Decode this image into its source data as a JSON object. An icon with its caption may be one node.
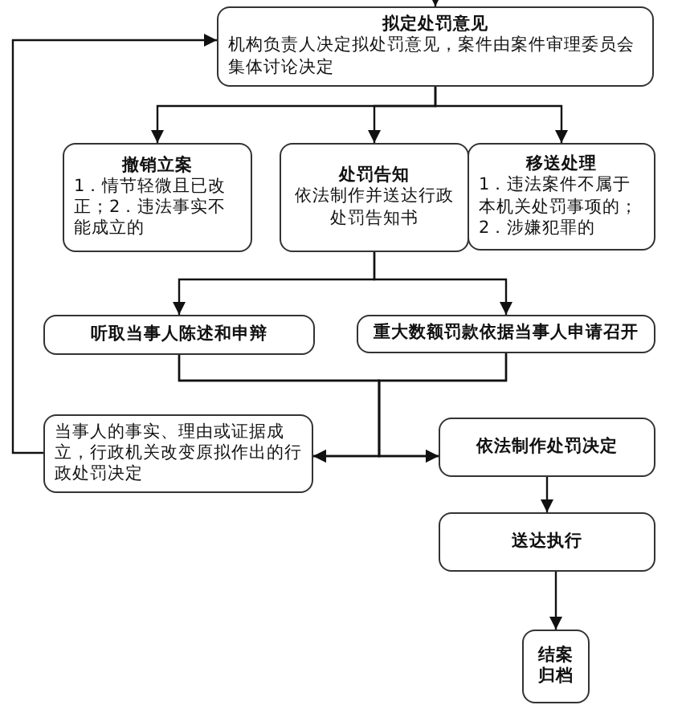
{
  "diagram": {
    "nodes": [
      {
        "text": [
          "拟定处罚意见",
          "机构负责人决定拟处罚意见，案件由案件审理委员会集体讨论决定"
        ]
      },
      {
        "text": [
          "撤销立案",
          "1．情节轻微且已改正；2．违法事实不能成立的"
        ]
      },
      {
        "text": [
          "处罚告知",
          "依法制作并送达行政处罚告知书"
        ]
      },
      {
        "text": [
          "移送处理",
          "1．违法案件不属于本机关处罚事项的；2．涉嫌犯罪的"
        ]
      },
      {
        "text": [
          "听取当事人陈述和申辩"
        ]
      },
      {
        "text": [
          "重大数额罚款依据当事人申请召开"
        ]
      },
      {
        "text": [
          "当事人的事实、理由或证据成立，行政机关改变原拟作出的行政处罚决定"
        ]
      },
      {
        "text": [
          "依法制作处罚决定"
        ]
      },
      {
        "text": [
          "送达执行"
        ]
      },
      {
        "text": [
          "结案归档"
        ]
      }
    ],
    "edges": [
      {
        "from": null,
        "to": 0,
        "arrow": "to"
      },
      {
        "from": 0,
        "to": 1,
        "arrow": "to"
      },
      {
        "from": 0,
        "to": 2,
        "arrow": "to"
      },
      {
        "from": 0,
        "to": 3,
        "arrow": "to"
      },
      {
        "from": 2,
        "to": 4,
        "arrow": "to"
      },
      {
        "from": 2,
        "to": 5,
        "arrow": "to"
      },
      {
        "from": 4,
        "to": 6,
        "arrow": "to"
      },
      {
        "from": 5,
        "to": 6,
        "arrow": "to"
      },
      {
        "from": 4,
        "to": 7,
        "arrow": "to"
      },
      {
        "from": 5,
        "to": 7,
        "arrow": "to"
      },
      {
        "from": 6,
        "to": 0,
        "arrow": "to"
      },
      {
        "from": 7,
        "to": 8,
        "arrow": "to"
      },
      {
        "from": 8,
        "to": 9,
        "arrow": "to"
      }
    ]
  }
}
